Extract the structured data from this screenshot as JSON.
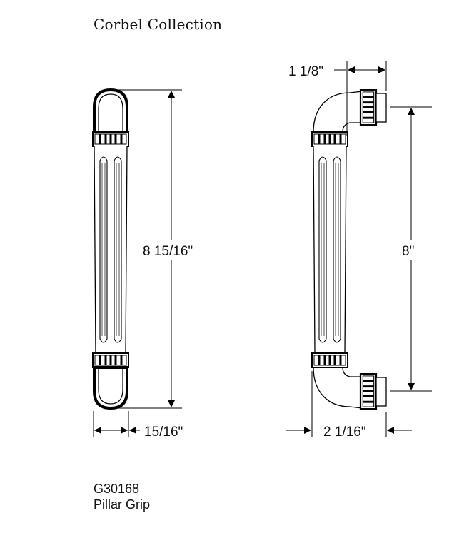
{
  "title": "Corbel Collection",
  "product": {
    "code": "G30168",
    "name": "Pillar Grip"
  },
  "dimensions": {
    "front_height": "8 15/16\"",
    "front_width": "15/16\"",
    "projection_top": "1 1/8\"",
    "center_to_center": "8\"",
    "projection_overall": "2 1/16\""
  }
}
